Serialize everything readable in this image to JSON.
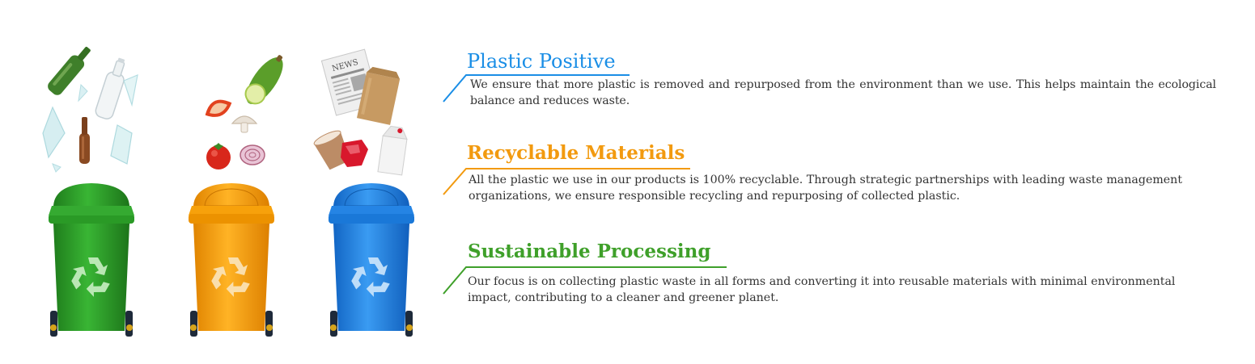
{
  "sections": [
    {
      "title": "Plastic Positive",
      "body": "We ensure that more plastic is removed and repurposed from the environment than we use. This helps maintain the ecological balance and reduces waste.",
      "color": "#1a8ee6"
    },
    {
      "title": "Recyclable Materials",
      "body": "All the plastic we use in our products is 100% recyclable. Through strategic partnerships with leading waste management organizations, we ensure responsible recycling and repurposing of collected plastic.",
      "color": "#f29a0f"
    },
    {
      "title": "Sustainable Processing",
      "body": "Our focus is on collecting plastic waste in all forms and converting it into reusable materials with minimal environmental impact, contributing to a cleaner and greener planet.",
      "color": "#3fa02a"
    }
  ],
  "bins": [
    {
      "name": "green-bin",
      "color": "#2e9e2a",
      "icon": "recycle-icon"
    },
    {
      "name": "orange-bin",
      "color": "#f7a10b",
      "icon": "recycle-icon"
    },
    {
      "name": "blue-bin",
      "color": "#1f7fe0",
      "icon": "recycle-icon"
    }
  ],
  "newspaper_text": "NEWS"
}
